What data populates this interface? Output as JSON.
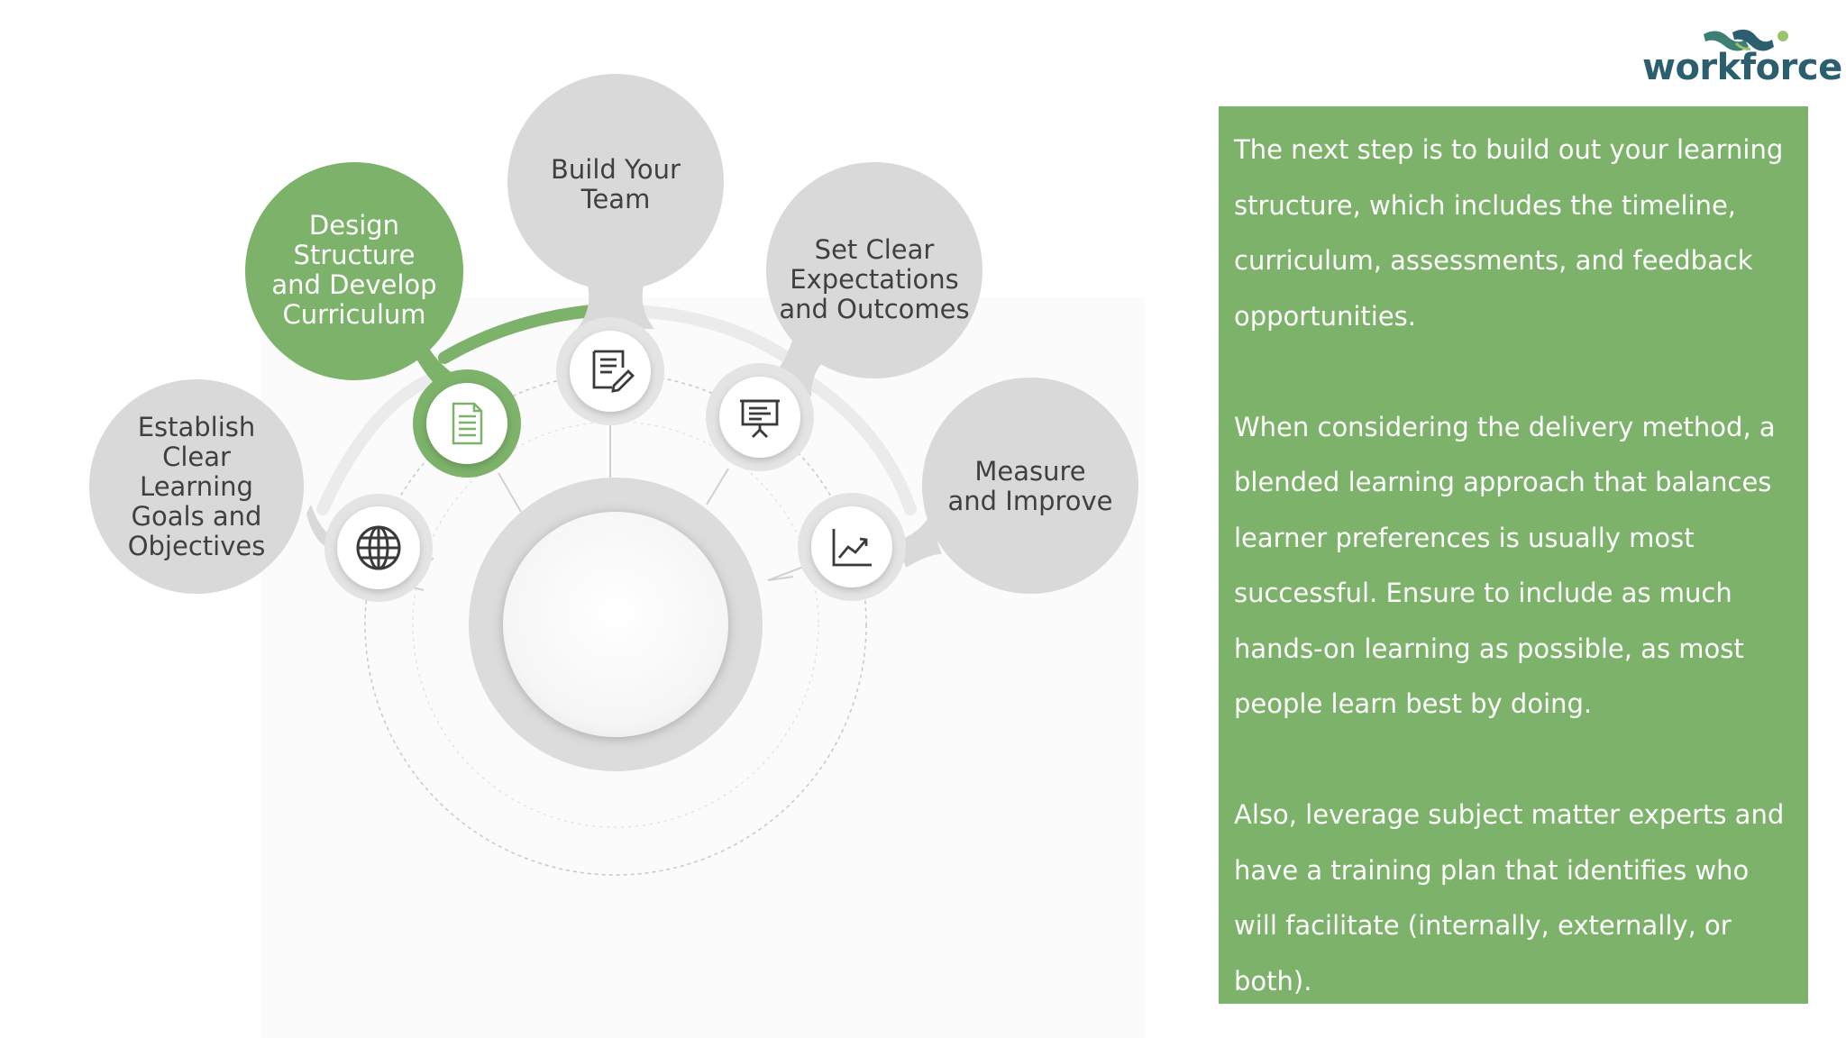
{
  "diagram": {
    "steps": [
      {
        "id": "establish",
        "label": "Establish\nClear\nLearning\nGoals and\nObjectives",
        "icon": "globe-icon",
        "active": false
      },
      {
        "id": "design",
        "label": "Design\nStructure\nand Develop\nCurriculum",
        "icon": "document-icon",
        "active": true
      },
      {
        "id": "build",
        "label": "Build Your\nTeam",
        "icon": "edit-document-icon",
        "active": false
      },
      {
        "id": "expectations",
        "label": "Set Clear\nExpectations\nand Outcomes",
        "icon": "presentation-board-icon",
        "active": false
      },
      {
        "id": "measure",
        "label": "Measure\nand Improve",
        "icon": "trend-chart-icon",
        "active": false
      }
    ]
  },
  "colors": {
    "accent": "#7cb26a",
    "bubble": "#d9d9d9",
    "logo_text": "#2b5f70",
    "logo_mark_dark": "#2f6f73",
    "logo_mark_light": "#9cc46e"
  },
  "logo": {
    "text": "workforce",
    "icon": "workforce-logo-mark"
  },
  "panel": {
    "paragraphs": [
      "The next step is to build out your learning structure, which includes the timeline, curriculum, assessments, and feedback opportunities.",
      "When considering the delivery method, a blended learning approach that balances learner preferences is usually most successful. Ensure to include as much hands-on learning as possible, as most people learn best by doing.",
      "Also, leverage subject matter experts and have a training plan that identifies who will facilitate (internally, externally, or both)."
    ]
  }
}
